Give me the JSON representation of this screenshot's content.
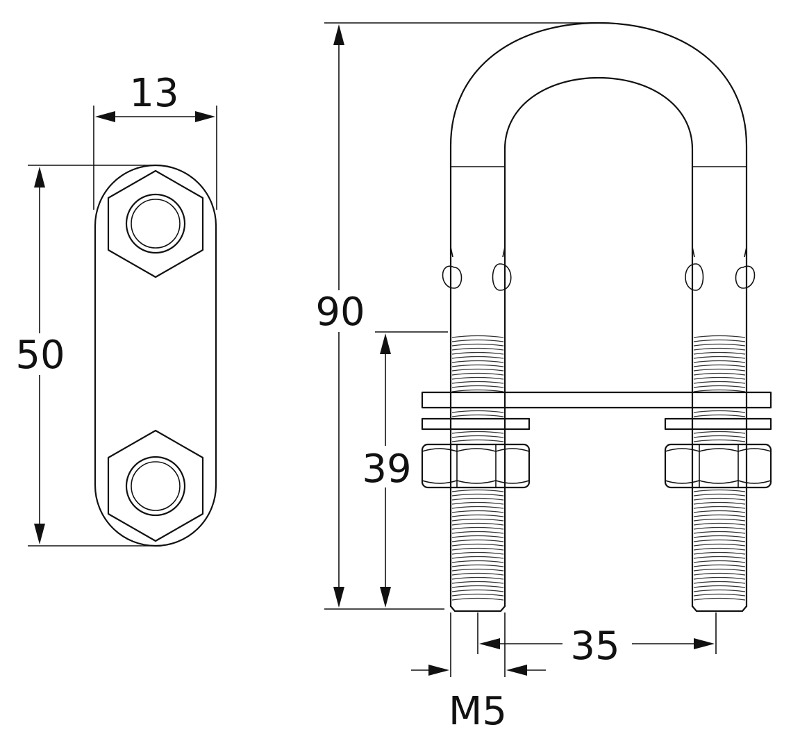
{
  "dimensions": {
    "plate_width": "13",
    "plate_length": "50",
    "bolt_height": "90",
    "thread_length": "39",
    "bolt_spacing": "35",
    "thread_size": "M5"
  },
  "colors": {
    "line": "#111111",
    "background": "#ffffff"
  }
}
